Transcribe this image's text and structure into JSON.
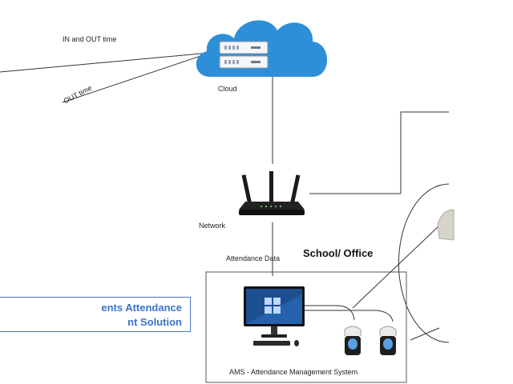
{
  "labels": {
    "in_out_time": "IN and OUT time",
    "out_time": "OUT time",
    "cloud": "Cloud",
    "network": "Network",
    "attendance_data": "Attendance Data",
    "school_office": "School/ Office",
    "ams": "AMS - Attendance Management System"
  },
  "brand": {
    "line1": "ents Attendance",
    "line2": "nt Solution"
  },
  "icons": {
    "cloud": "cloud-icon",
    "servers": "server-icon",
    "router": "router-icon",
    "desktop": "desktop-monitor-icon",
    "keyboard": "keyboard-icon",
    "mouse": "mouse-icon",
    "biometric": "fingerprint-scanner-icon"
  },
  "colors": {
    "cloud": "#2c8fd8",
    "brand_blue": "#3a73c9",
    "line": "#333333",
    "router": "#1b1b1b"
  }
}
